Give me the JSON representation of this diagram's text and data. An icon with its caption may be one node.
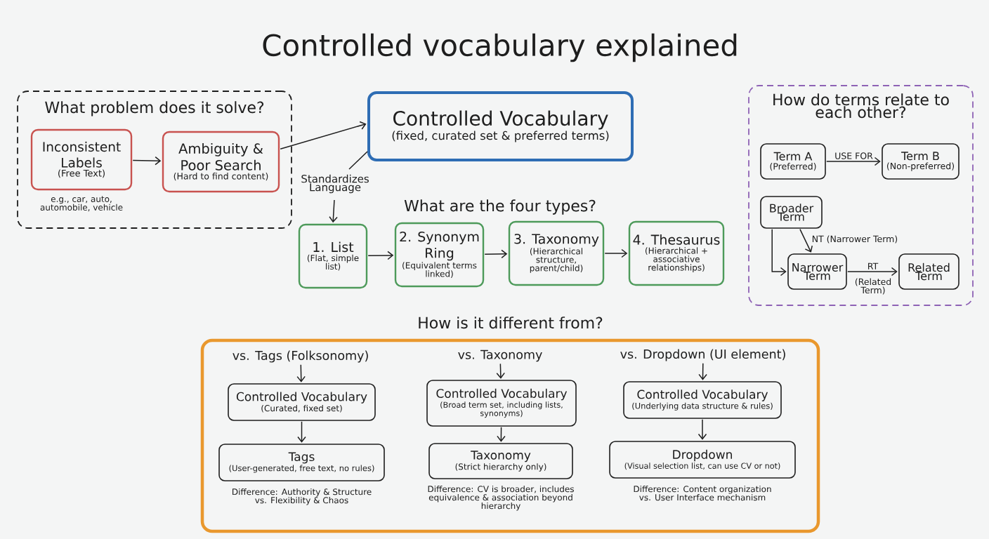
{
  "diagram": {
    "title": "Controlled vocabulary explained",
    "nodes": [
      {
        "text": [
          "What problem does it solve?"
        ]
      },
      {
        "text": [
          "Inconsistent Labels",
          "(Free Text)"
        ],
        "in": 0,
        "beside": [
          "e.g., car, auto, automobile, vehicle"
        ]
      },
      {
        "text": [
          "Ambiguity & Poor Search",
          "(Hard to find content)"
        ],
        "in": 0
      },
      {
        "text": [
          "Controlled Vocabulary",
          "(fixed, curated set & preferred terms)"
        ]
      },
      {
        "text": [
          "1. List",
          "(Flat, simple list)"
        ]
      },
      {
        "text": [
          "2. Synonym Ring",
          "(Equivalent terms linked)"
        ]
      },
      {
        "text": [
          "3. Taxonomy",
          "(Hierarchical structure, parent/child)"
        ]
      },
      {
        "text": [
          "4. Thesaurus",
          "(Hierarchical + associative relationships)"
        ]
      },
      {
        "text": [
          "How do terms relate to each other?"
        ]
      },
      {
        "text": [
          "Term A",
          "(Preferred)"
        ],
        "in": 8
      },
      {
        "text": [
          "Term B",
          "(Non-preferred)"
        ],
        "in": 8
      },
      {
        "text": [
          "Broader Term"
        ],
        "in": 8
      },
      {
        "text": [
          "Narrower Term"
        ],
        "in": 8
      },
      {
        "text": [
          "Related Term"
        ],
        "in": 8
      },
      {
        "text": [
          "How is it different from?"
        ]
      },
      {
        "text": [
          "vs. Tags (Folksonomy)"
        ],
        "in": 14
      },
      {
        "text": [
          "Controlled Vocabulary",
          "(Curated, fixed set)"
        ],
        "in": 14
      },
      {
        "text": [
          "Tags",
          "(User-generated, free text, no rules)"
        ],
        "in": 14,
        "beside": [
          "Difference: Authority & Structure vs. Flexibility & Chaos"
        ]
      },
      {
        "text": [
          "vs. Taxonomy"
        ],
        "in": 14
      },
      {
        "text": [
          "Controlled Vocabulary",
          "(Broad term set, including lists, synonyms)"
        ],
        "in": 14
      },
      {
        "text": [
          "Taxonomy",
          "(Strict hierarchy only)"
        ],
        "in": 14,
        "beside": [
          "Difference: CV is broader, includes equivalence & association beyond hierarchy"
        ]
      },
      {
        "text": [
          "vs. Dropdown (UI element)"
        ],
        "in": 14
      },
      {
        "text": [
          "Controlled Vocabulary",
          "(Underlying data structure & rules)"
        ],
        "in": 14
      },
      {
        "text": [
          "Dropdown",
          "(Visual selection list, can use CV or not)"
        ],
        "in": 14,
        "beside": [
          "Difference: Content organization vs. User Interface mechanism"
        ]
      }
    ],
    "edges": [
      {
        "from": 1,
        "to": 2,
        "arrow": "to"
      },
      {
        "from": 2,
        "to": 3,
        "arrow": "to"
      },
      {
        "from": 3,
        "to": 4,
        "arrow": "to",
        "label": "Standardizes Language"
      },
      {
        "from": 4,
        "to": 5,
        "arrow": "to"
      },
      {
        "from": 5,
        "to": 6,
        "arrow": "to"
      },
      {
        "from": 6,
        "to": 7,
        "arrow": "to"
      },
      {
        "from": 9,
        "to": 10,
        "arrow": "to",
        "label": "USE FOR"
      },
      {
        "from": 11,
        "to": 12,
        "arrow": "to",
        "label": "NT (Narrower Term)"
      },
      {
        "from": 11,
        "to": 12,
        "arrow": "to"
      },
      {
        "from": 12,
        "to": 13,
        "arrow": "to",
        "label": "RT"
      },
      {
        "from": 15,
        "to": 16,
        "arrow": "to"
      },
      {
        "from": 16,
        "to": 17,
        "arrow": "to"
      },
      {
        "from": 18,
        "to": 19,
        "arrow": "to"
      },
      {
        "from": 19,
        "to": 20,
        "arrow": "to"
      },
      {
        "from": 21,
        "to": 22,
        "arrow": "to"
      },
      {
        "from": 22,
        "to": 23,
        "arrow": "to"
      }
    ],
    "labels": [
      "What are the four types?",
      "(Related Term)"
    ]
  }
}
